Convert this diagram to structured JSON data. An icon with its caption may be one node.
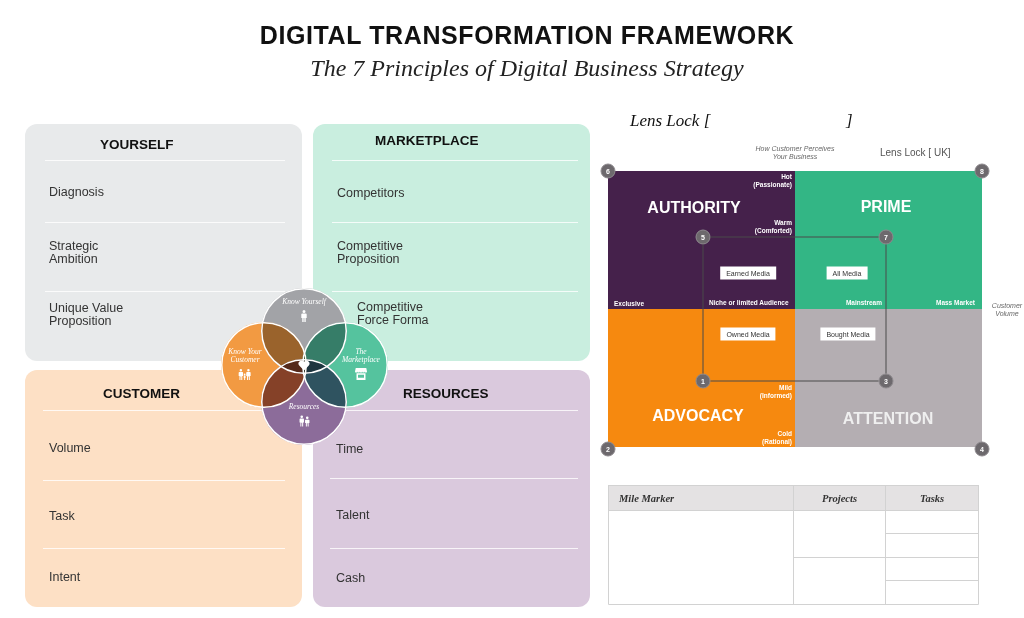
{
  "diagram": {
    "title": "DIGITAL TRANSFORMATION FRAMEWORK",
    "nodes": [
      {
        "text": [
          "YOURSELF",
          "Diagnosis",
          "Strategic Ambition",
          "Unique Value Proposition"
        ]
      },
      {
        "text": [
          "MARKETPLACE",
          "Competitors",
          "Competitive Proposition",
          "Competitive Force Forma"
        ]
      },
      {
        "text": [
          "CUSTOMER",
          "Volume",
          "Task",
          "Intent"
        ]
      },
      {
        "text": [
          "RESOURCES",
          "Time",
          "Talent",
          "Cash"
        ]
      },
      {
        "text": [
          "Know Yourself"
        ]
      },
      {
        "text": [
          "Know Your Customer"
        ]
      },
      {
        "text": [
          "The Marketplace"
        ]
      },
      {
        "text": [
          "Resources"
        ]
      },
      {
        "text": [
          "AUTHORITY"
        ]
      },
      {
        "text": [
          "PRIME"
        ]
      },
      {
        "text": [
          "ADVOCACY"
        ]
      },
      {
        "text": [
          "ATTENTION"
        ]
      },
      {
        "text": [
          "Earned Media"
        ],
        "in": 8
      },
      {
        "text": [
          "All Media"
        ],
        "in": 9
      },
      {
        "text": [
          "Owned Media"
        ],
        "in": 10
      },
      {
        "text": [
          "Bought Media"
        ],
        "in": 11
      },
      {
        "text": [
          "6"
        ]
      },
      {
        "text": [
          "8"
        ]
      },
      {
        "text": [
          "5"
        ],
        "in": 8
      },
      {
        "text": [
          "7"
        ],
        "in": 9
      },
      {
        "text": [
          "1"
        ],
        "in": 10
      },
      {
        "text": [
          "3"
        ],
        "in": 11
      },
      {
        "text": [
          "2"
        ]
      },
      {
        "text": [
          "4"
        ]
      }
    ],
    "edges": [
      {
        "from": 18,
        "to": 19,
        "arrow": "none"
      },
      {
        "from": 18,
        "to": 20,
        "arrow": "none"
      },
      {
        "from": 19,
        "to": 21,
        "arrow": "none"
      },
      {
        "from": 20,
        "to": 21,
        "arrow": "none"
      }
    ],
    "labels": [
      "The 7 Principles of Digital Business Strategy",
      "Lens Lock [",
      "]",
      "How Customer Perceives Your Business",
      "Lens Lock [ UK]",
      "Hot (Passionate)",
      "Warm (Comforted)",
      "Exclusive",
      "Niche or limited Audience",
      "Mainstream",
      "Mass Market",
      "Customer Volume",
      "Mild (Informed)",
      "Cold (Rational)",
      "Mile Marker",
      "Projects",
      "Tasks"
    ]
  }
}
